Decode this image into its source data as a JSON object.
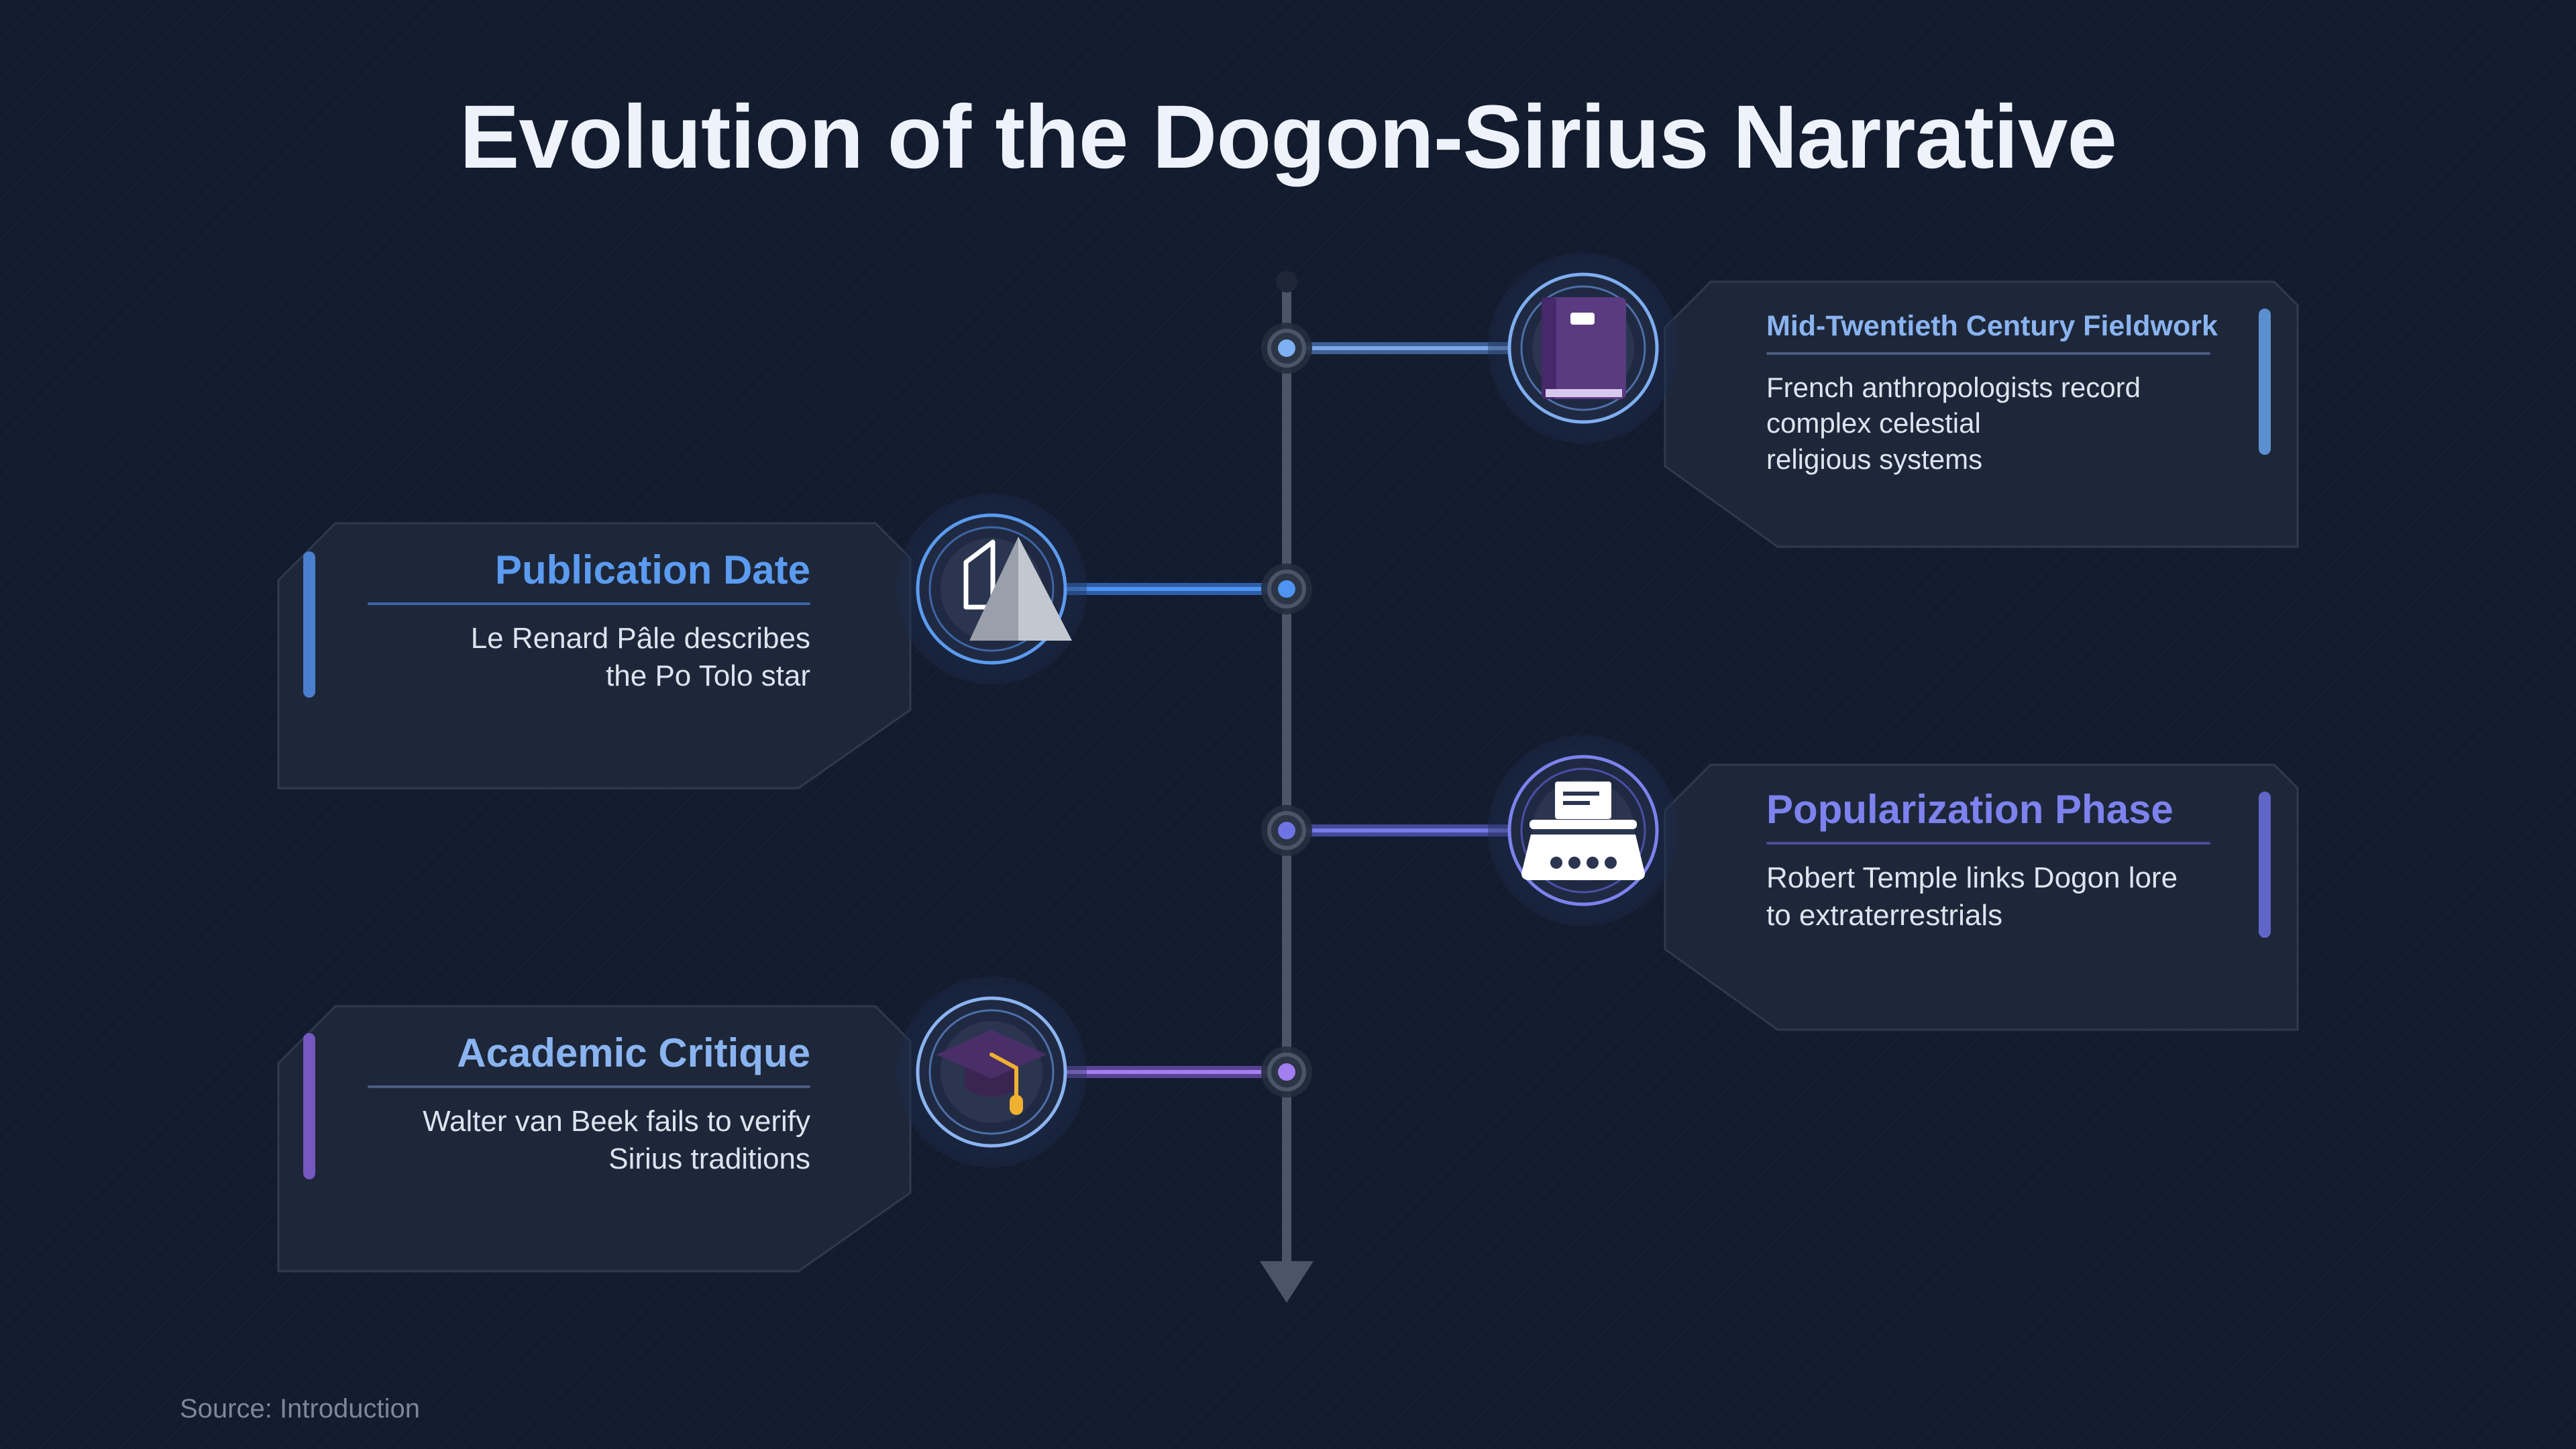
{
  "title": "Evolution of the Dogon-Sirius Narrative",
  "source": "Source: Introduction",
  "colors": {
    "background": "#131c2f",
    "card": "#1d2739",
    "spine": "#4a5568",
    "blue": "#4c8ee8",
    "light_blue": "#7eaef0",
    "indigo": "#6f74dc",
    "purple": "#8e65d2",
    "gold": "#f0b030"
  },
  "events": [
    {
      "title": "Mid-Twentieth Century Fieldwork",
      "description": "French anthropologists record\ncomplex celestial\nreligious systems",
      "icon": "book-icon",
      "side": "right",
      "color": "#8ab4f0"
    },
    {
      "title": "Publication Date",
      "description": "Le Renard Pâle describes\nthe Po Tolo star",
      "icon": "pyramid-icon",
      "side": "left",
      "color": "#5b9bf0"
    },
    {
      "title": "Popularization Phase",
      "description": "Robert Temple links Dogon lore\nto extraterrestrials",
      "icon": "typewriter-icon",
      "side": "right",
      "color": "#7d82ee"
    },
    {
      "title": "Academic Critique",
      "description": "Walter van Beek fails to verify\nSirius traditions",
      "icon": "graduation-cap-icon",
      "side": "left",
      "color": "#8ab4f0"
    }
  ]
}
